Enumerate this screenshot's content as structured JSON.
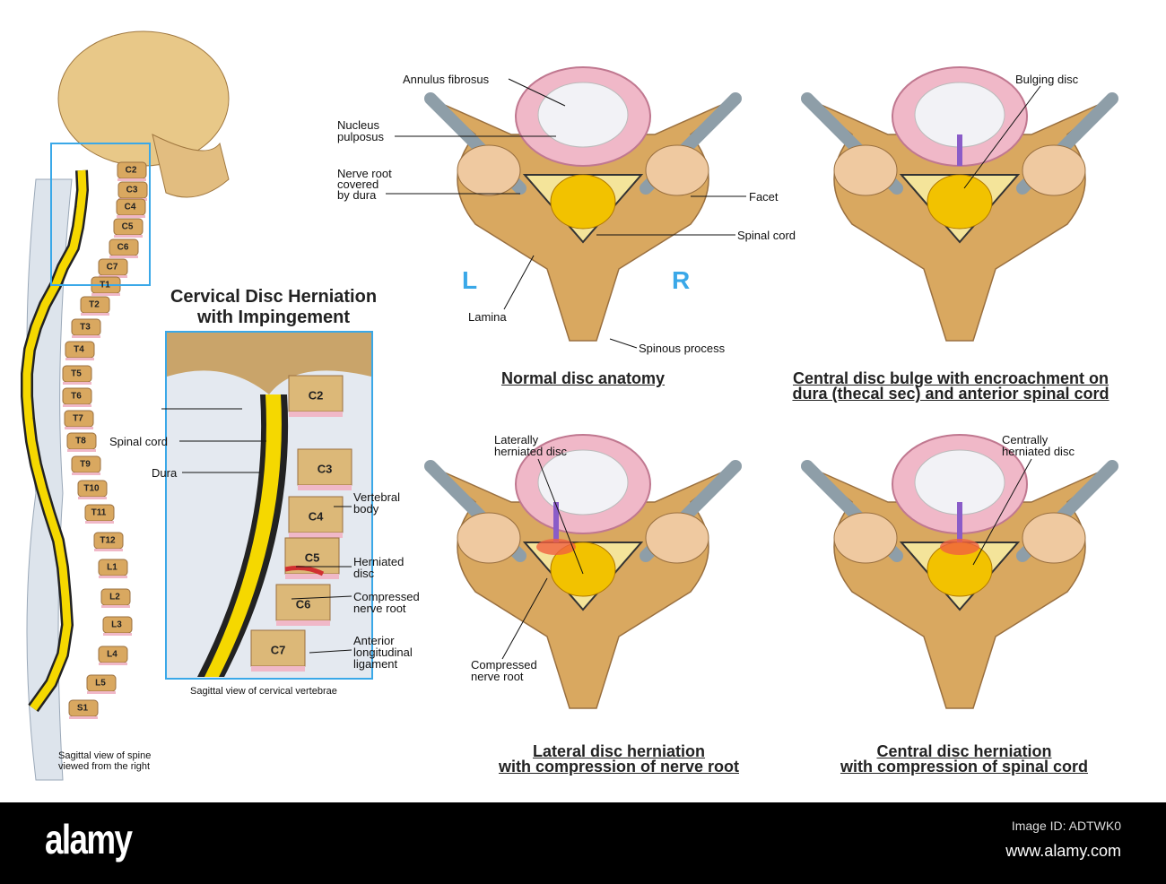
{
  "spine": {
    "vertebra_labels": [
      "C2",
      "C3",
      "C4",
      "C5",
      "C6",
      "C7",
      "T1",
      "T2",
      "T3",
      "T4",
      "T5",
      "T6",
      "T7",
      "T8",
      "T9",
      "T10",
      "T11",
      "T12",
      "L1",
      "L2",
      "L3",
      "L4",
      "L5",
      "S1"
    ],
    "caption": "Sagittal view of spine\nviewed from the right"
  },
  "inset": {
    "title_line1": "Cervical Disc Herniation",
    "title_line2": "with Impingement",
    "labels": {
      "spinal_cord": "Spinal cord",
      "dura": "Dura",
      "vertebral_body": "Vertebral\nbody",
      "herniated_disc": "Herniated\ndisc",
      "compressed_nerve_root": "Compressed\nnerve root",
      "anterior_ligament": "Anterior\nlongitudinal\nligament"
    },
    "vertebra_labels": [
      "C2",
      "C3",
      "C4",
      "C5",
      "C6",
      "C7"
    ],
    "caption": "Sagittal view of cervical vertebrae"
  },
  "panels": {
    "normal": {
      "labels": {
        "annulus": "Annulus fibrosus",
        "nucleus": "Nucleus\npulposus",
        "nerve_root": "Nerve root\ncovered\nby dura",
        "facet": "Facet",
        "spinal_cord": "Spinal cord",
        "lamina": "Lamina",
        "spinous": "Spinous process",
        "left": "L",
        "right": "R"
      },
      "caption": "Normal disc anatomy"
    },
    "bulge": {
      "labels": {
        "bulging": "Bulging disc"
      },
      "caption_line1": "Central disc bulge with encroachment on",
      "caption_line2": "dura (thecal sec) and anterior spinal cord"
    },
    "lateral": {
      "labels": {
        "laterally": "Laterally\nherniated disc",
        "compressed": "Compressed\nnerve root"
      },
      "caption_line1": "Lateral disc herniation",
      "caption_line2": "with compression of nerve root"
    },
    "central": {
      "labels": {
        "centrally": "Centrally\nherniated disc"
      },
      "caption_line1": "Central disc herniation",
      "caption_line2": "with compression of spinal cord"
    }
  },
  "footer": {
    "logo": "alamy",
    "image_id": "Image ID: ADTWK0",
    "site": "www.alamy.com"
  },
  "colors": {
    "bone": "#d9a860",
    "cord": "#f5d800",
    "disc": "#f0b8c8",
    "accent_blue": "#3aa8e8"
  }
}
